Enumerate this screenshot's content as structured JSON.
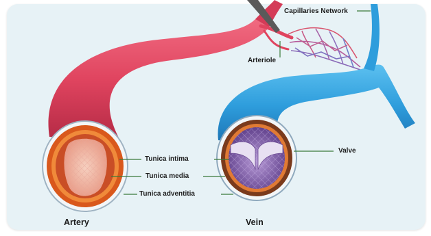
{
  "labels": {
    "capillaries_network": "Capillaries Network",
    "arteriole": "Arteriole",
    "valve": "Valve",
    "tunica_intima": "Tunica intima",
    "tunica_media": "Tunica media",
    "tunica_adventitia": "Tunica adventitia",
    "artery": "Artery",
    "vein": "Vein"
  },
  "colors": {
    "background": "#e7f2f6",
    "artery": "#e0445f",
    "vein": "#2e9ddc",
    "vessel_wall": "#d9581c",
    "vein_lumen": "#7a5aa0"
  }
}
